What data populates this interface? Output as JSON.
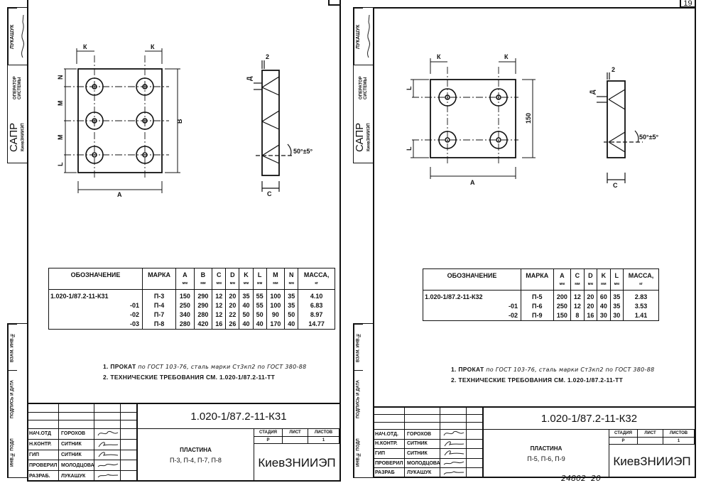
{
  "sheets": [
    {
      "id": "k31",
      "sheet_number": "",
      "side_labels": {
        "author": "ЛУКАШУК",
        "operator": "ОПЕРАТОР СИСТЕМЫ",
        "sapr": "САПР",
        "sapr_org": "КиевЗНИИЭП",
        "replace_inv": "ВЗАМ. ИНВ.№",
        "sign_date": "ПОДПИСЬ И ДАТА",
        "orig_inv": "ИНВ.№ ПОДЛ"
      },
      "drawing_labels": {
        "k": "К",
        "a": "А",
        "b": "В",
        "l": "L",
        "m": "М",
        "n": "N",
        "c": "С",
        "d": "Д",
        "two": "2",
        "angle": "50°±5°"
      },
      "table": {
        "headers": [
          [
            "ОБОЗНАЧЕНИЕ",
            ""
          ],
          [
            "МАРКА",
            ""
          ],
          [
            "A",
            "мм"
          ],
          [
            "B",
            "мм"
          ],
          [
            "C",
            "мм"
          ],
          [
            "D",
            "мм"
          ],
          [
            "K",
            "мм"
          ],
          [
            "L",
            "мм"
          ],
          [
            "M",
            "мм"
          ],
          [
            "N",
            "мм"
          ],
          [
            "МАССА,",
            "кг"
          ]
        ],
        "rows": [
          [
            "1.020-1/87.2-11-К31",
            "П-3",
            "150",
            "290",
            "12",
            "20",
            "35",
            "55",
            "100",
            "35",
            "4.10"
          ],
          [
            "-01",
            "П-4",
            "250",
            "290",
            "12",
            "20",
            "40",
            "55",
            "100",
            "35",
            "6.83"
          ],
          [
            "-02",
            "П-7",
            "340",
            "280",
            "12",
            "22",
            "50",
            "50",
            "90",
            "50",
            "8.97"
          ],
          [
            "-03",
            "П-8",
            "280",
            "420",
            "16",
            "26",
            "40",
            "40",
            "170",
            "40",
            "14.77"
          ]
        ]
      },
      "notes": {
        "n1_label": "1. ПРОКАТ",
        "n1_hand": "по ГОСТ 103-76, сталь марки Ст3кп2 по ГОСТ 380-88",
        "n2": "2. ТЕХНИЧЕСКИЕ ТРЕБОВАНИЯ СМ. 1.020-1/87.2-11-ТТ"
      },
      "title_block": {
        "code": "1.020-1/87.2-11-К31",
        "roles": [
          "НАЧ.ОТД",
          "Н.КОНТР.",
          "ГИП",
          "ПРОВЕРИЛ",
          "РАЗРАБ."
        ],
        "names": [
          "ГОРОХОВ",
          "СИТНИК",
          "СИТНИК",
          "МОЛОДЦОВА",
          "ЛУКАШУК"
        ],
        "title": "ПЛАСТИНА",
        "subtitle": "П-3, П-4, П-7, П-8",
        "stage_label": "СТАДИЯ",
        "sheet_label": "ЛИСТ",
        "sheets_label": "ЛИСТОВ",
        "stage": "Р",
        "sheet": "",
        "sheets": "1",
        "org": "КиевЗНИИЭП"
      }
    },
    {
      "id": "k32",
      "sheet_number": "19",
      "side_labels": {
        "author": "ЛУКАШУК",
        "operator": "ОПЕРАТОР СИСТЕМЫ",
        "sapr": "САПР",
        "sapr_org": "КиевЗНИИЭП",
        "replace_inv": "ВЗАМ. ИНВ.№",
        "sign_date": "ПОДПИСЬ И ДАТА",
        "orig_inv": "ИНВ.№ ПОДЛ"
      },
      "drawing_labels": {
        "k": "К",
        "a": "А",
        "height": "150",
        "l": "L",
        "c": "С",
        "d": "Д",
        "two": "2",
        "angle": "50°±5°"
      },
      "table": {
        "headers": [
          [
            "ОБОЗНАЧЕНИЕ",
            ""
          ],
          [
            "МАРКА",
            ""
          ],
          [
            "A",
            "мм"
          ],
          [
            "C",
            "мм"
          ],
          [
            "D",
            "мм"
          ],
          [
            "K",
            "мм"
          ],
          [
            "L",
            "мм"
          ],
          [
            "МАССА,",
            "кг"
          ]
        ],
        "rows": [
          [
            "1.020-1/87.2-11-К32",
            "П-5",
            "200",
            "12",
            "20",
            "60",
            "35",
            "2.83"
          ],
          [
            "-01",
            "П-6",
            "250",
            "12",
            "20",
            "40",
            "35",
            "3.53"
          ],
          [
            "-02",
            "П-9",
            "150",
            "8",
            "16",
            "30",
            "30",
            "1.41"
          ]
        ]
      },
      "notes": {
        "n1_label": "1. ПРОКАТ",
        "n1_hand": "по ГОСТ 103-76, сталь марки Ст3кп2 по ГОСТ 380-88",
        "n2": "2. ТЕХНИЧЕСКИЕ ТРЕБОВАНИЯ СМ. 1.020-1/87.2-11-ТТ"
      },
      "title_block": {
        "code": "1.020-1/87.2-11-К32",
        "roles": [
          "НАЧ.ОТД.",
          "Н.КОНТР.",
          "ГИП",
          "ПРОВЕРИЛ",
          "РАЗРАБ"
        ],
        "names": [
          "ГОРОХОВ",
          "СИТНИК",
          "СИТНИК",
          "МОЛОДЦОВА",
          "ЛУКАШУК"
        ],
        "title": "ПЛАСТИНА",
        "subtitle": "П-5, П-6, П-9",
        "stage_label": "СТАДИЯ",
        "sheet_label": "ЛИСТ",
        "sheets_label": "ЛИСТОВ",
        "stage": "Р",
        "sheet": "",
        "sheets": "1",
        "org": "КиевЗНИИЭП"
      }
    }
  ],
  "archive_stamp": "24802  20"
}
